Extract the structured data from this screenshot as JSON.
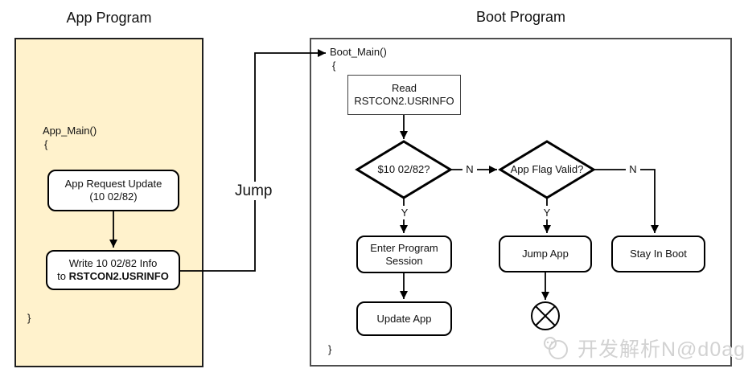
{
  "titles": {
    "app": "App Program",
    "boot": "Boot Program"
  },
  "jump_label": "Jump",
  "app_program": {
    "function_name": "App_Main()",
    "open_brace": "{",
    "close_brace": "}",
    "request_update_line1": "App Request Update",
    "request_update_line2": "(10 02/82)",
    "write_line1": "Write 10 02/82 Info",
    "write_line2_prefix": "to ",
    "write_line2_bold": "RSTCON2.USRINFO"
  },
  "boot_program": {
    "function_name": "Boot_Main()",
    "open_brace": "{",
    "close_brace": "}",
    "read_line1": "Read",
    "read_line2": "RSTCON2.USRINFO",
    "decision_update": "$10 02/82?",
    "decision_flag": "App Flag Valid?",
    "enter_line1": "Enter Program",
    "enter_line2": "Session",
    "update_app": "Update App",
    "jump_app": "Jump App",
    "stay_in_boot": "Stay In Boot",
    "label_n1": "N",
    "label_y1": "Y",
    "label_n2": "N",
    "label_y2": "Y"
  },
  "watermark": {
    "text": "开发解析N@d0ag"
  },
  "colors": {
    "app_fill": "#FFF2CC",
    "app_border": "#1F1F1F",
    "boot_border": "#4E4E4E",
    "shape_stroke": "#000000",
    "watermark_gray": "#D2D2D2"
  }
}
